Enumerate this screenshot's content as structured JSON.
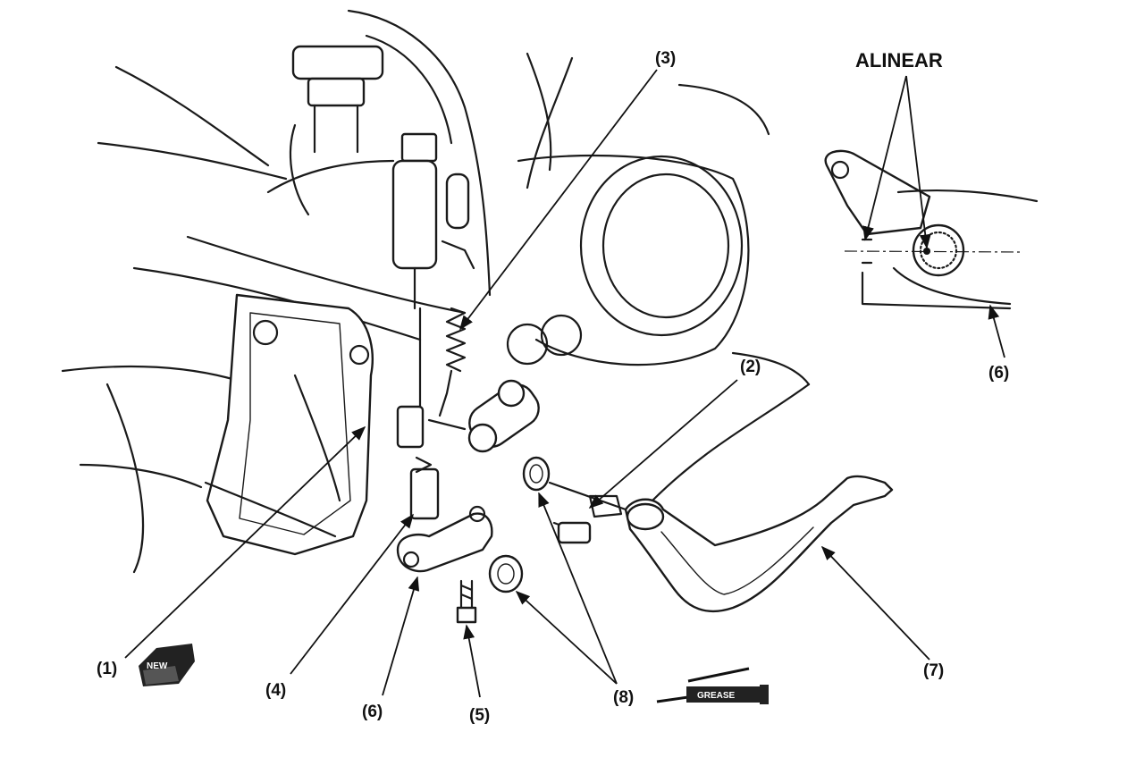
{
  "callouts": {
    "c1": "(1)",
    "c2": "(2)",
    "c3": "(3)",
    "c4": "(4)",
    "c5": "(5)",
    "c6": "(6)",
    "c7": "(7)",
    "c8": "(8)",
    "c6_detail": "(6)"
  },
  "detail": {
    "align_label": "ALINEAR"
  },
  "icons": {
    "new_icon": {
      "name": "new-part-icon",
      "label": "NEW"
    },
    "grease_icon": {
      "name": "grease-gun-icon",
      "label": "GREASE"
    }
  },
  "colors": {
    "line": "#1a1a1a",
    "background": "#ffffff"
  }
}
